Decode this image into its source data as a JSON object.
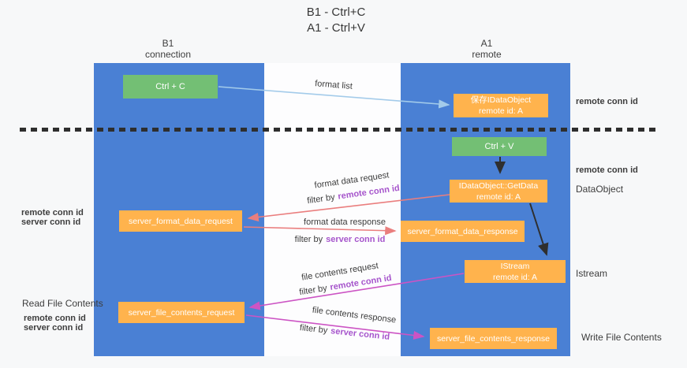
{
  "title": {
    "line1": "B1 - Ctrl+C",
    "line2": "A1 - Ctrl+V"
  },
  "lanes": {
    "left": {
      "name": "B1",
      "role": "connection"
    },
    "right": {
      "name": "A1",
      "role": "remote"
    }
  },
  "boxes": {
    "ctrl_c": {
      "label": "Ctrl + C"
    },
    "saved_dataobject": {
      "line1": "保存IDataObject",
      "line2": "remote id: A"
    },
    "ctrl_v": {
      "label": "Ctrl + V"
    },
    "getdata": {
      "line1": "IDataObject::GetData",
      "line2": "remote id: A"
    },
    "format_request": {
      "label": "server_format_data_request"
    },
    "format_response": {
      "label": "server_format_data_response"
    },
    "istream": {
      "line1": "IStream",
      "line2": "remote id: A"
    },
    "file_request": {
      "label": "server_file_contents_request"
    },
    "file_response": {
      "label": "server_file_contents_response"
    }
  },
  "arrows": {
    "format_list": {
      "label": "format list"
    },
    "format_data_request": {
      "label": "format data request",
      "filter_prefix": "filter by",
      "filter_key": "remote conn id"
    },
    "format_data_response": {
      "label": "format data response",
      "filter_prefix": "filter by",
      "filter_key": "server conn id"
    },
    "file_contents_request": {
      "label": "file contents request",
      "filter_prefix": "filter by",
      "filter_key": "remote conn id"
    },
    "file_contents_response": {
      "label": "file contents response",
      "filter_prefix": "filter by",
      "filter_key": "server conn id"
    }
  },
  "side_labels": {
    "right_top_conn_id": "remote conn id",
    "right_mid_conn_id": "remote conn id",
    "dataobject": "DataObject",
    "istream": "Istream",
    "write_file_contents": "Write File Contents",
    "left_format_remote": "remote conn id",
    "left_format_server": "server conn id",
    "read_file_contents": "Read File Contents",
    "left_file_remote": "remote conn id",
    "left_file_server": "server conn id"
  },
  "colors": {
    "lane_blue": "#4a80d4",
    "box_green": "#73bf74",
    "box_orange": "#ffb34d",
    "arrow_light_blue": "#a3cbea",
    "arrow_salmon": "#ea7e7e",
    "arrow_magenta": "#cc54c4",
    "arrow_black": "#2f2f2f",
    "conn_id_purple": "#a655cc",
    "conn_id_green": "#55ad55"
  }
}
